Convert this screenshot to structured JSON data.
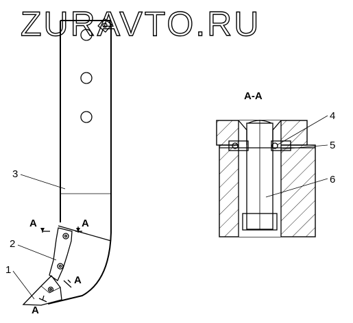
{
  "watermark": "ZURAVTO.RU",
  "section_title": "A-A",
  "callouts": {
    "c1": "1",
    "c2": "2",
    "c3": "3",
    "c4": "4",
    "c5": "5",
    "c6": "6"
  },
  "section_marks": {
    "top_left": "A",
    "top_right": "A",
    "tip_right": "A",
    "tip_left": "A"
  }
}
